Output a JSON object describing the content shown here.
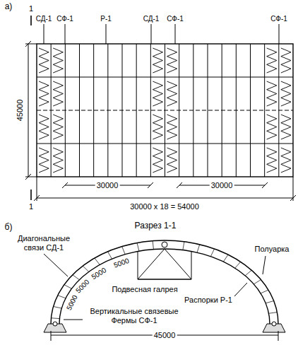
{
  "diagram": {
    "labels": [
      "а)",
      "1",
      "СД-1",
      "СФ-1",
      "Р-1",
      "СД-1",
      "СФ-1",
      "СФ-1",
      "45000",
      "30000",
      "30000",
      "30000 x 18 = 54000",
      "1",
      "б)",
      "Разрез 1-1",
      "Диагональные связи СД-1",
      "5000",
      "5000",
      "5000",
      "5000",
      "Подвесная галрея",
      "Распорки Р-1",
      "Полуарка",
      "Вертикальные связевые Фермы СФ-1",
      "45000"
    ]
  }
}
